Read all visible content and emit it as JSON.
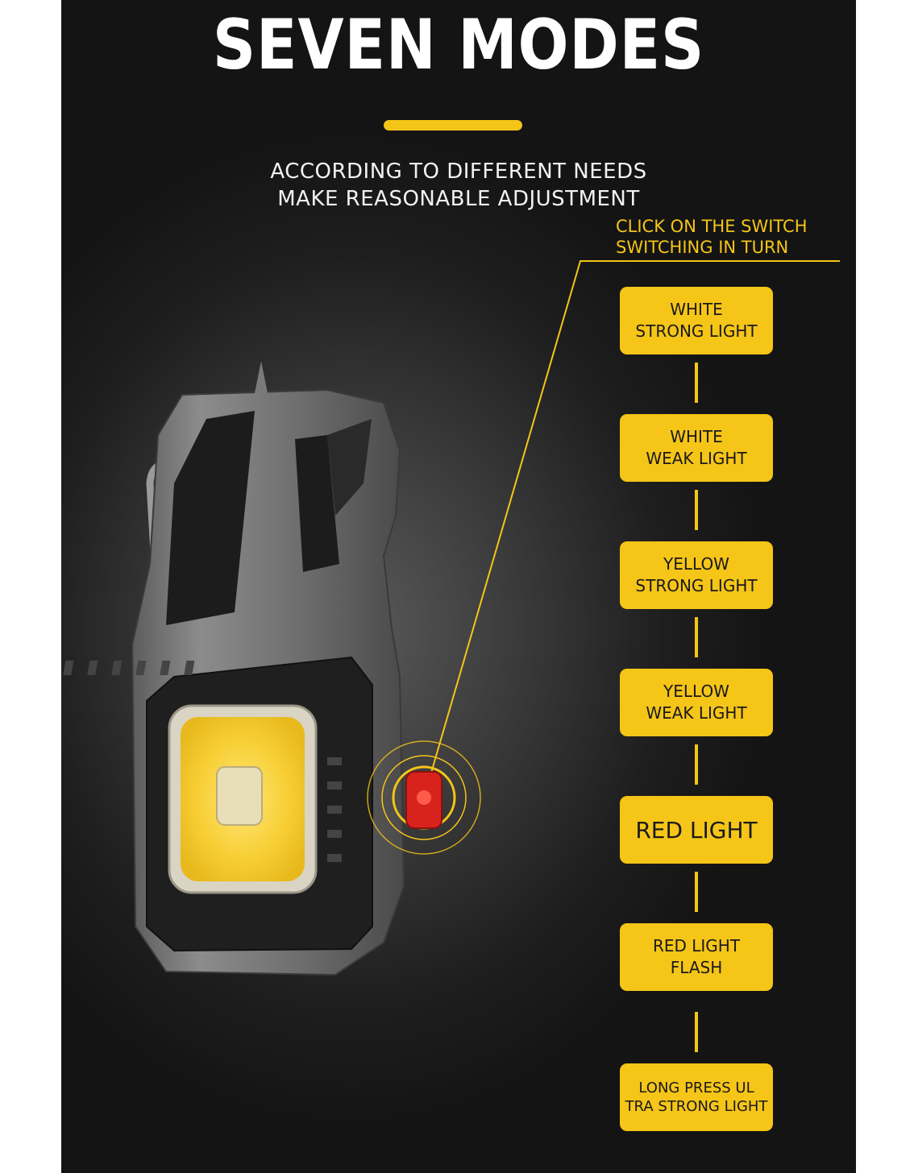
{
  "headline": "SEVEN MODES",
  "subheading": {
    "line1": "ACCORDING TO DIFFERENT NEEDS",
    "line2": "MAKE REASONABLE ADJUSTMENT"
  },
  "switch_note": {
    "line1": "CLICK ON THE SWITCH",
    "line2": "SWITCHING IN TURN"
  },
  "modes": [
    {
      "label": "WHITE\nSTRONG LIGHT"
    },
    {
      "label": "WHITE\nWEAK LIGHT"
    },
    {
      "label": "YELLOW\nSTRONG LIGHT"
    },
    {
      "label": "YELLOW\nWEAK LIGHT"
    },
    {
      "label": "RED LIGHT"
    },
    {
      "label": "RED LIGHT\nFLASH"
    },
    {
      "label": "LONG PRESS UL\nTRA STRONG LIGHT"
    }
  ],
  "colors": {
    "accent": "#f5c518",
    "background": "#1e1e1e",
    "text": "#ffffff",
    "switch": "#d8231c"
  }
}
